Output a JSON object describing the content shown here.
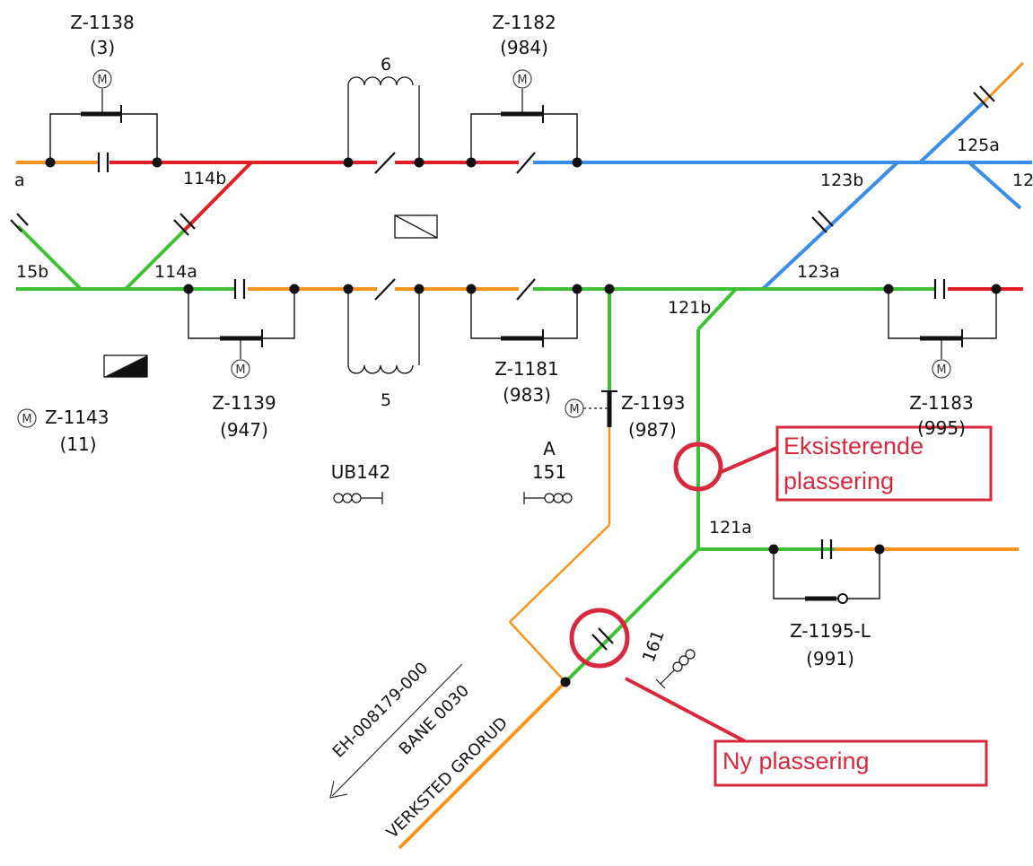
{
  "colors": {
    "orange": "#f7941d",
    "red": "#e31e24",
    "green": "#3ec134",
    "blue": "#3b8ee8",
    "callout": "#d8283e"
  },
  "switches": {
    "z1138": {
      "id": "Z-1138",
      "num": "(3)"
    },
    "z1182": {
      "id": "Z-1182",
      "num": "(984)"
    },
    "z1139": {
      "id": "Z-1139",
      "num": "(947)"
    },
    "z1181": {
      "id": "Z-1181",
      "num": "(983)"
    },
    "z1193": {
      "id": "Z-1193",
      "num": "(987)"
    },
    "z1183": {
      "id": "Z-1183",
      "num": "(995)"
    },
    "z1143": {
      "id": "Z-1143",
      "num": "(11)"
    },
    "z1195": {
      "id": "Z-1195-L",
      "num": "(991)"
    }
  },
  "motor_symbol": "M",
  "sections": {
    "s114b": "114b",
    "s114a": "114a",
    "s115b": "15b",
    "s123b": "123b",
    "s125a": "125a",
    "s123a": "123a",
    "s121b": "121b",
    "s121a": "121a",
    "edge_a": "a",
    "edge_12": "12",
    "s161": "161"
  },
  "transformers": {
    "t6": "6",
    "t5": "5"
  },
  "signals": {
    "ub142": "UB142",
    "a_label": "A",
    "a151": "151"
  },
  "track_label": {
    "line1": "EH-008179-000",
    "line2": "BANE 0030",
    "line3": "VERKSTED GRORUD"
  },
  "callouts": {
    "existing_l1": "Eksisterende",
    "existing_l2": "plassering",
    "new": "Ny plassering"
  }
}
